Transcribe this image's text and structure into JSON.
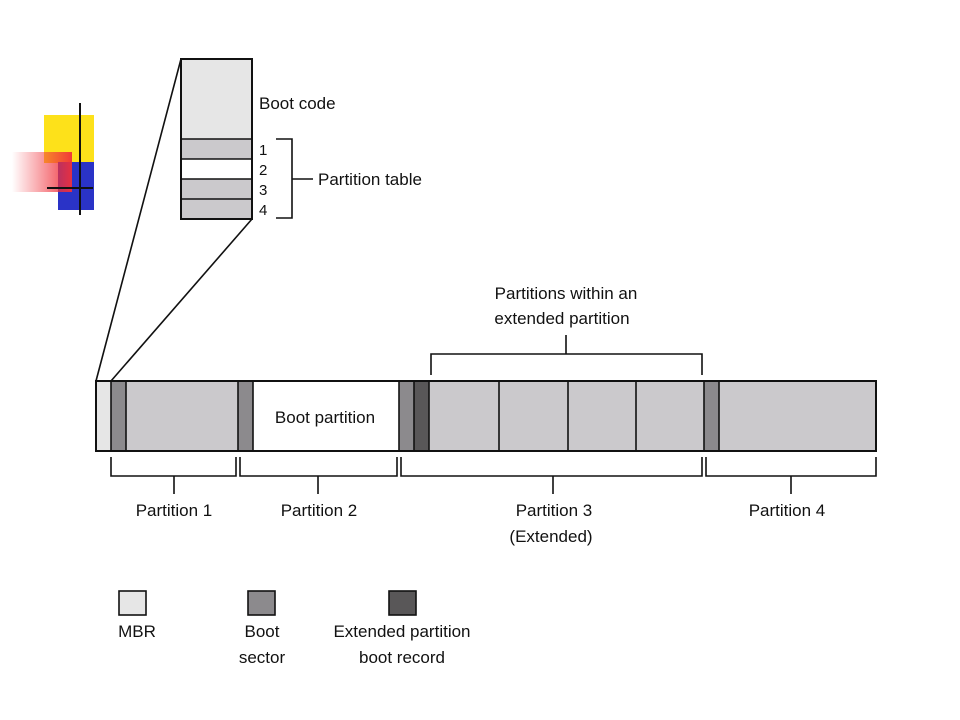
{
  "mbr_detail": {
    "boot_code": "Boot code",
    "entries": [
      "1",
      "2",
      "3",
      "4"
    ],
    "partition_table": "Partition table"
  },
  "disk": {
    "boot_partition": "Boot partition",
    "extended_brace_label": [
      "Partitions within an",
      "extended partition"
    ],
    "partition_labels": {
      "p1": "Partition 1",
      "p2": "Partition 2",
      "p3": [
        "Partition 3",
        "(Extended)"
      ],
      "p4": "Partition 4"
    }
  },
  "legend": {
    "mbr": "MBR",
    "boot_sector": [
      "Boot",
      "sector"
    ],
    "ext_boot_record": [
      "Extended partition",
      "boot record"
    ]
  },
  "colors": {
    "mbr": "#e6e6e6",
    "boot_sector": "#8c8a8d",
    "ext_boot_record": "#595758",
    "partition_fill": "#cbc9cc",
    "logo_yellow": "#fde11a",
    "logo_red": "#f0303a",
    "logo_blue": "#2a33c7"
  }
}
